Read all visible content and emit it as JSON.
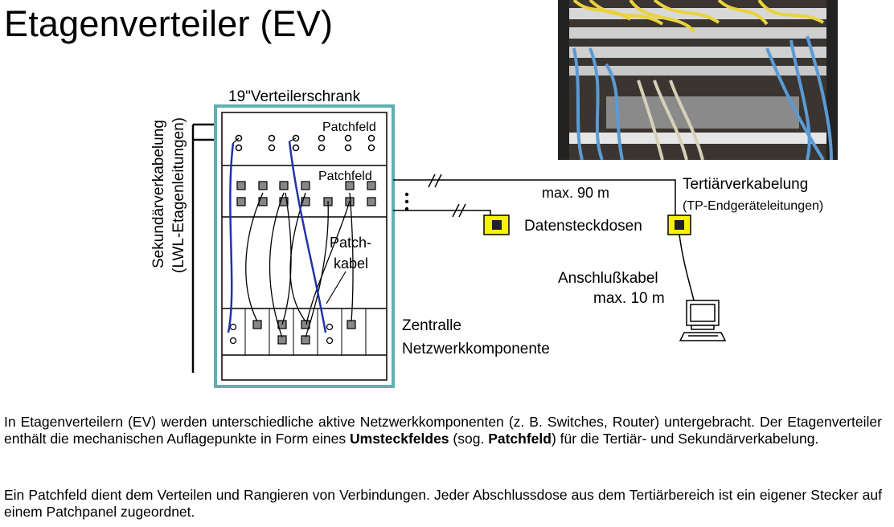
{
  "title": "Etagenverteiler (EV)",
  "diagram": {
    "cabinet_label": "19\"Verteilerschrank",
    "secondary_line1": "Sekundärverkabelung",
    "secondary_line2": "(LWL-Etagenleitungen)",
    "patchfeld_top": "Patchfeld",
    "patchfeld_mid": "Patchfeld",
    "patch_cable_1": "Patch-",
    "patch_cable_2": "kabel",
    "network_component_1": "Zentralle",
    "network_component_2": "Netzwerkkomponente",
    "max_distance": "max. 90 m",
    "tertiary_line1": "Tertiärverkabelung",
    "tertiary_line2": "(TP-Endgeräteleitungen)",
    "outlets": "Datensteckdosen",
    "connection_cable": "Anschlußkabel",
    "connection_max": "max. 10 m",
    "colors": {
      "cabinet": "#5fb0b0",
      "outlet": "#f7f200",
      "patch_blue": "#2233aa"
    }
  },
  "photo": {
    "description_icon": "patch-panel-photo"
  },
  "paragraph1": {
    "a": "In Etagenverteilern (EV) werden unterschiedliche aktive Netzwerkkomponenten (z. B. Switches, Router) untergebracht. Der Etagenverteiler enthält die mechanischen Auflagepunkte in Form eines ",
    "b": "Umsteckfeldes",
    "c": " (sog. ",
    "d": "Patchfeld",
    "e": ") für die Tertiär- und Sekundärverkabelung."
  },
  "paragraph2": "Ein Patchfeld dient dem Verteilen und Rangieren von Verbindungen. Jeder Abschlussdose aus dem Tertiärbereich ist ein eigener Stecker auf einem Patchpanel zugeordnet."
}
